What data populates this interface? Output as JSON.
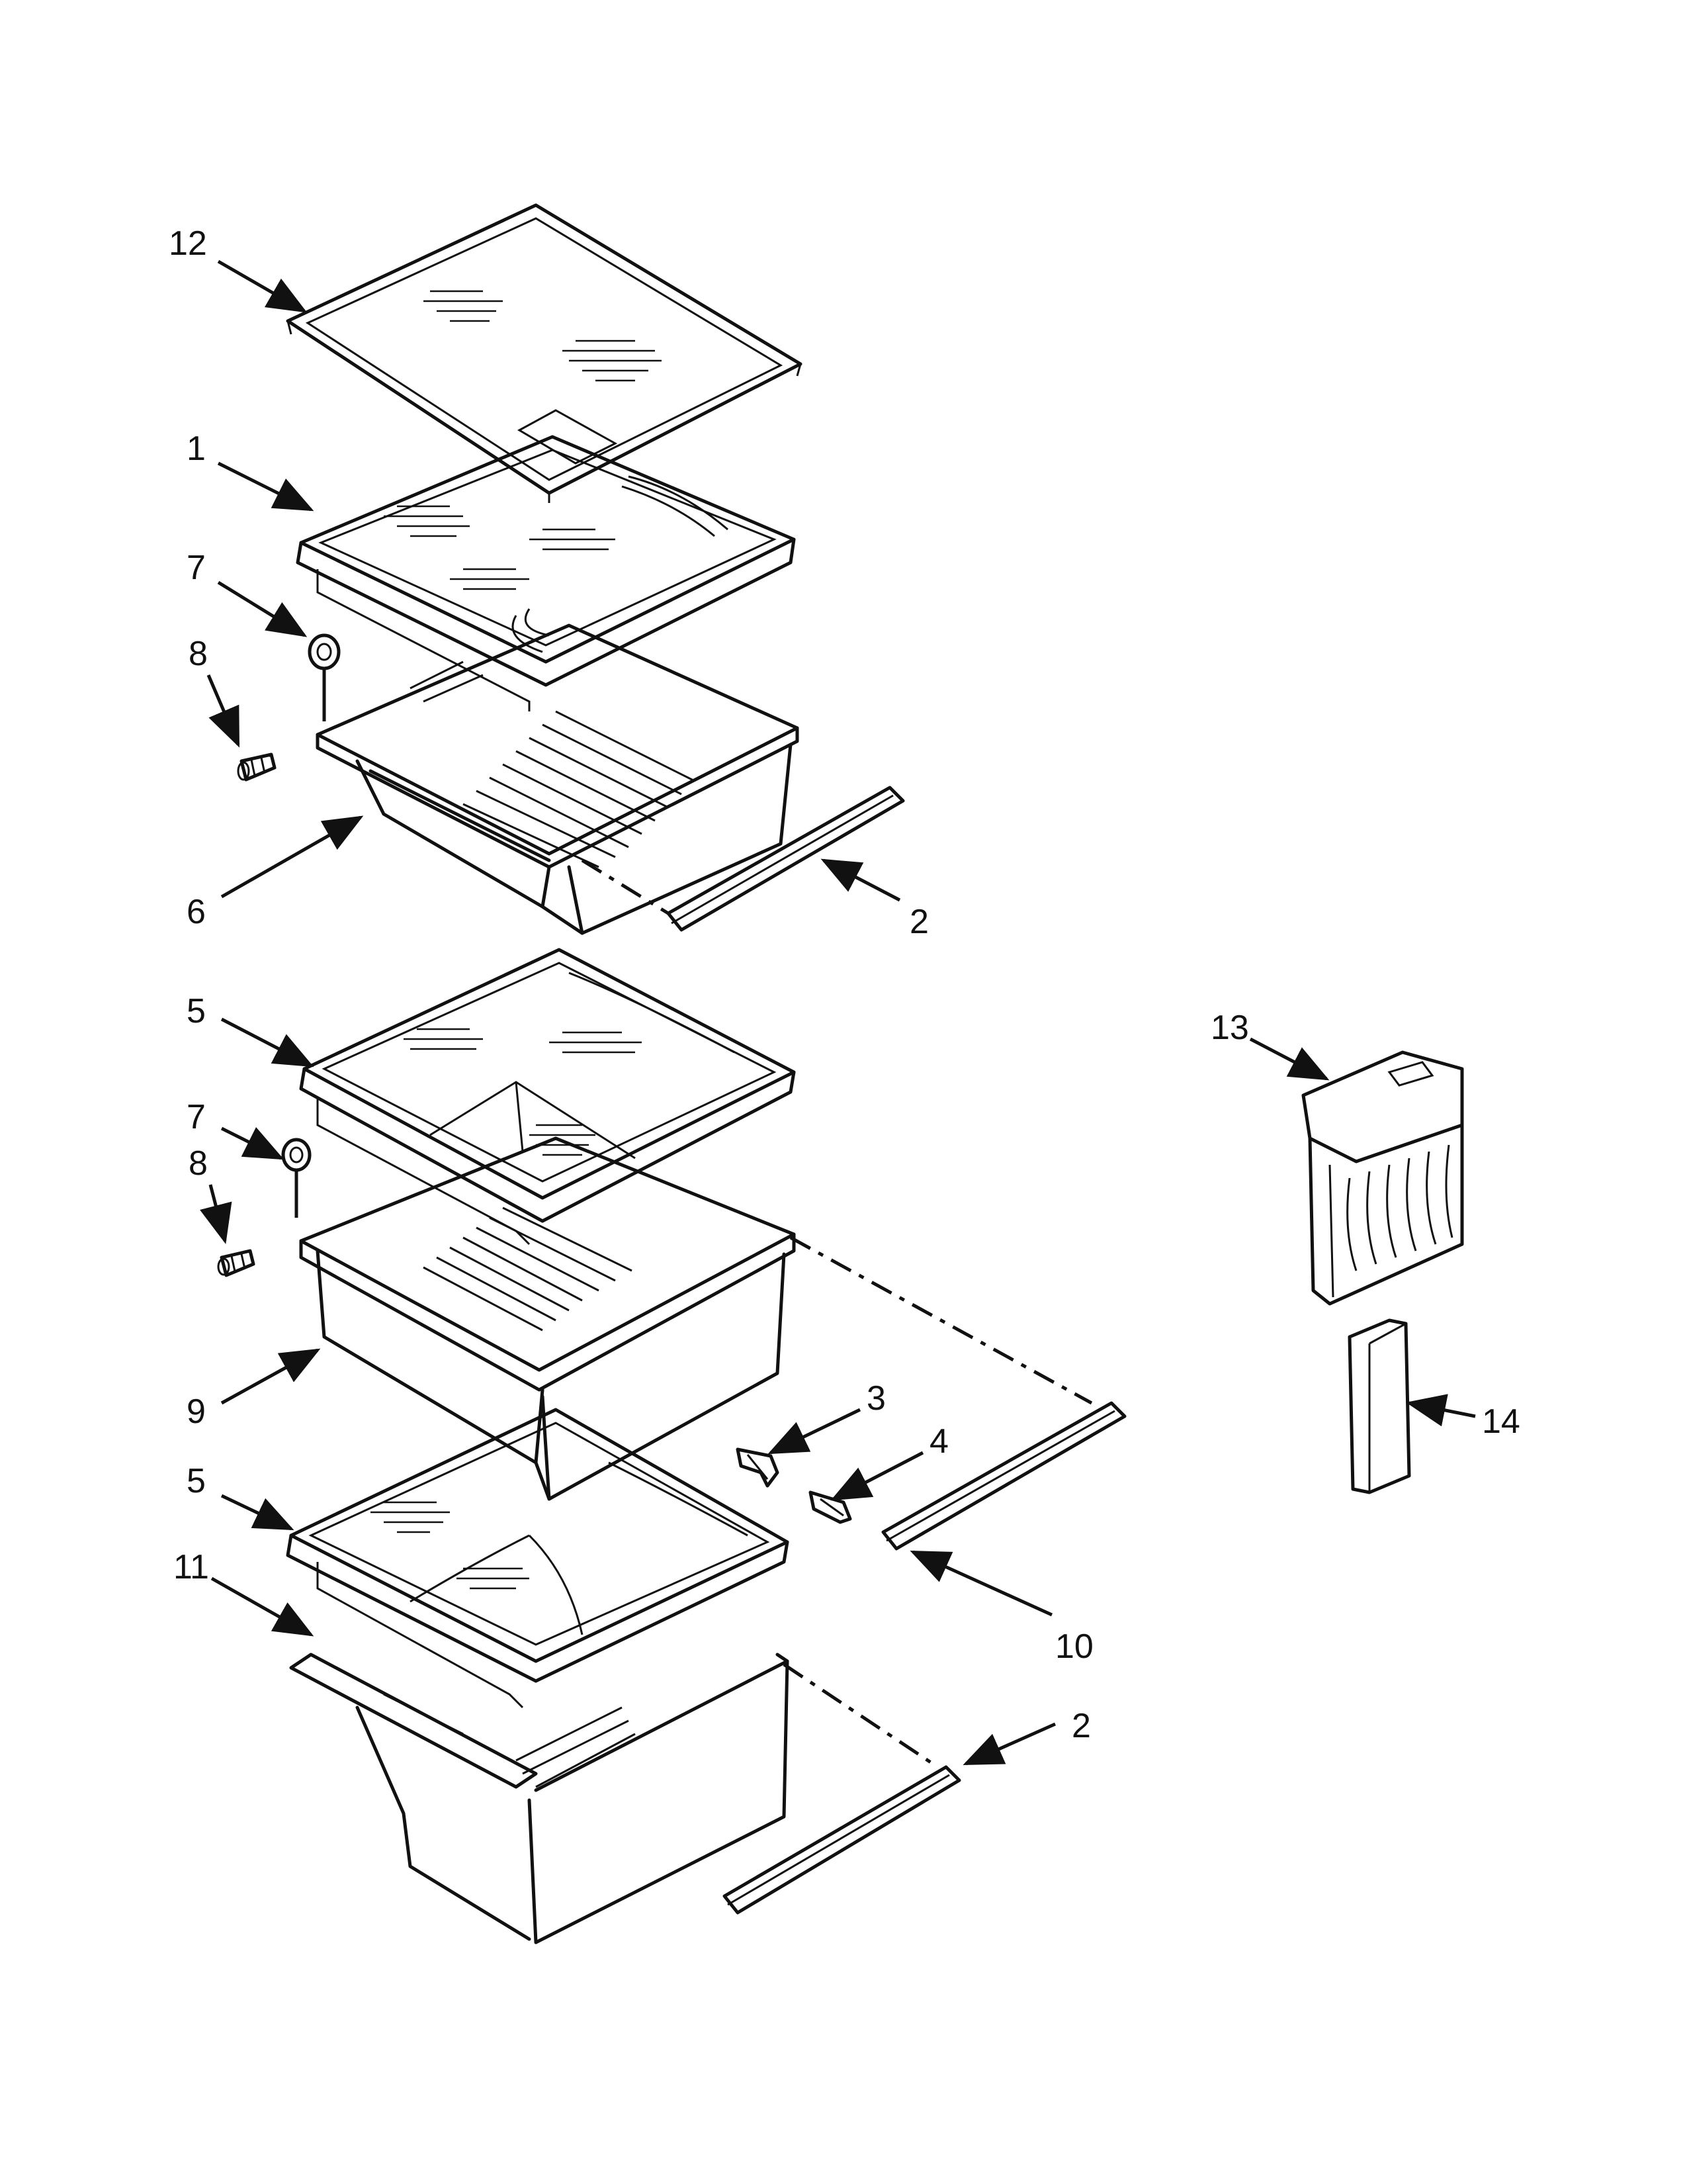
{
  "callouts": {
    "c12": "12",
    "c1": "1",
    "c7a": "7",
    "c8a": "8",
    "c6": "6",
    "c2a": "2",
    "c5a": "5",
    "c7b": "7",
    "c8b": "8",
    "c9": "9",
    "c3": "3",
    "c4": "4",
    "c5b": "5",
    "c11": "11",
    "c10": "10",
    "c2b": "2",
    "c13": "13",
    "c14": "14"
  }
}
